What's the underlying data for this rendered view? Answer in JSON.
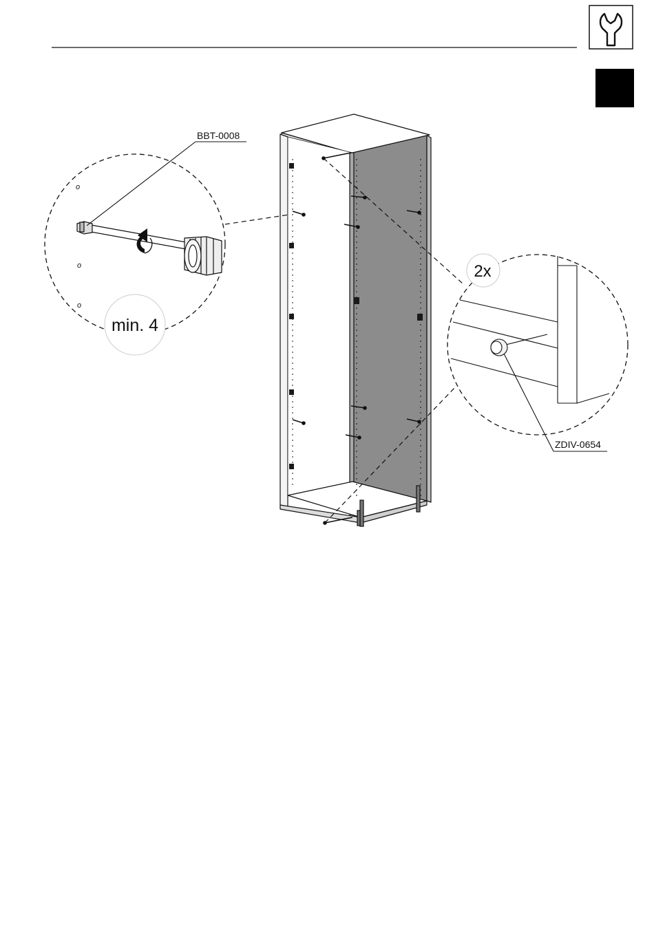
{
  "labels": {
    "part_screw": "BBT-0008",
    "part_cap": "ZDIV-0654",
    "quantity": "2x",
    "min_count": "min. 4"
  },
  "icons": {
    "tool": "wrench-icon",
    "step_marker": "black-square-marker"
  },
  "colors": {
    "line": "#111111",
    "panel_shade": "#8c8c8c",
    "panel_shade_light": "#a8a8a8",
    "marker": "#000000"
  }
}
